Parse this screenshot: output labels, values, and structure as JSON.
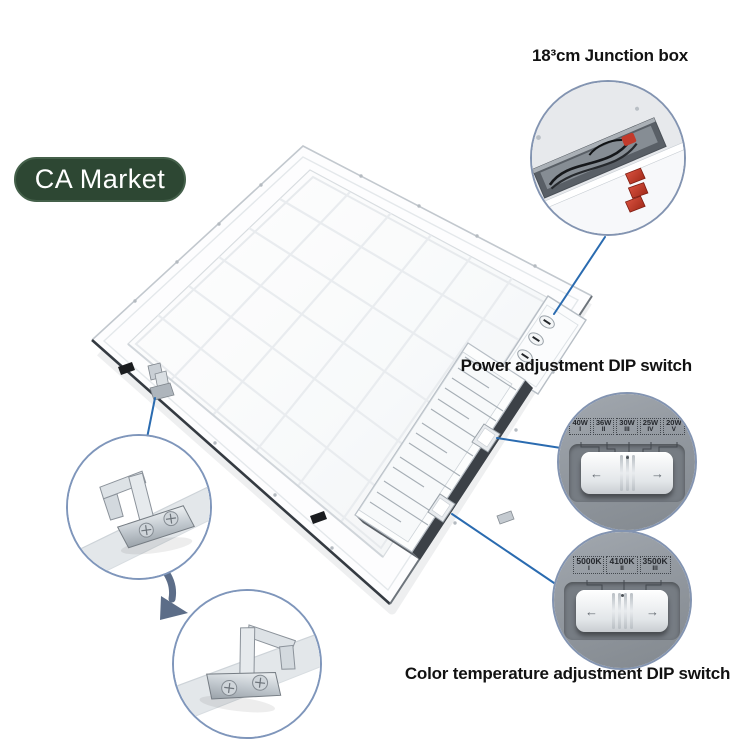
{
  "badge": {
    "label": "CA Market"
  },
  "callouts": {
    "junction_box": {
      "label": "18³cm Junction box"
    },
    "power_dip": {
      "label": "Power adjustment DIP switch",
      "options": [
        "40W",
        "36W",
        "30W",
        "25W",
        "20W"
      ],
      "positions": [
        "I",
        "II",
        "III",
        "IV",
        "V"
      ]
    },
    "color_dip": {
      "label": "Color temperature adjustment DIP switch",
      "options": [
        "5000K",
        "4100K",
        "3500K"
      ],
      "positions": [
        "I",
        "II",
        "III"
      ]
    }
  },
  "icons": {
    "left_arrow": "←",
    "right_arrow": "→"
  },
  "colors": {
    "badge_green": "#2d4733",
    "callout_blue": "#2a6bb0",
    "wire_nut_red": "#c8402f"
  }
}
